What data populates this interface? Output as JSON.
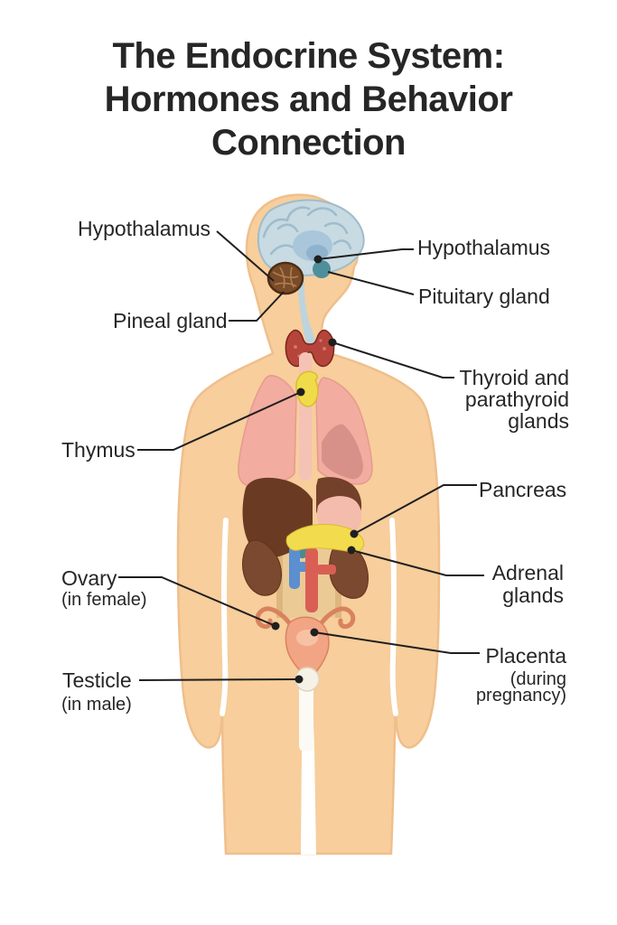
{
  "title": {
    "line1": "The Endocrine System:",
    "line2": "Hormones and Behavior",
    "line3": "Connection"
  },
  "labels": {
    "hypothalamus_left": "Hypothalamus",
    "pineal_gland": "Pineal gland",
    "hypothalamus_right": "Hypothalamus",
    "pituitary_gland": "Pituitary gland",
    "thyroid_1": "Thyroid and",
    "thyroid_2": "parathyroid",
    "thyroid_3": "glands",
    "thymus": "Thymus",
    "pancreas": "Pancreas",
    "adrenal_1": "Adrenal",
    "adrenal_2": "glands",
    "ovary": "Ovary",
    "ovary_note": "(in female)",
    "testicle": "Testicle",
    "testicle_note": "(in male)",
    "placenta": "Placenta",
    "placenta_note_1": "(during",
    "placenta_note_2": "pregnancy)"
  },
  "colors": {
    "text": "#262626",
    "line": "#1f1f1f",
    "skin": "#F7CE9C",
    "skin_outline": "#EFBF8C",
    "brain": "#C8DAE2",
    "brain_lines": "#9FBCCB",
    "brain_core": "#A9C6DB",
    "brain_core2": "#8FB3CD",
    "brainstem": "#BCD4DE",
    "pituitary": "#4F8F9B",
    "pineal": "#7A4B28",
    "pineal_lines": "#B08050",
    "pineal_outline": "#4E2D15",
    "thyroid": "#B5443B",
    "thyroid_dark": "#7E241C",
    "thyroid_light": "#D4766B",
    "thymus": "#F0DC4A",
    "thymus_dark": "#D9BC2E",
    "trachea": "#F4C3B6",
    "lung": "#F2ACA0",
    "lung_edge": "#E79A8E",
    "lung_dark": "#D38C84",
    "liver": "#6B3A22",
    "stomach_dark": "#73402A",
    "stomach_pink": "#F4BCAC",
    "pancreas": "#F2DC4E",
    "kidney": "#7B4830",
    "kidney_dark": "#5E3318",
    "vessel_blue": "#5B8FD0",
    "vessel_red": "#D95F55",
    "panel_tan": "#EBCA96",
    "panel_edge": "#DDB67E",
    "teal_organ": "#4A8A96",
    "uterus": "#F2A584",
    "uterus_dark": "#D9825E",
    "uterus_light": "#F7C2A4",
    "testicle": "#F6F1E6",
    "testicle_edge": "#E0D4BE",
    "white_column": "#FCFAF5"
  }
}
